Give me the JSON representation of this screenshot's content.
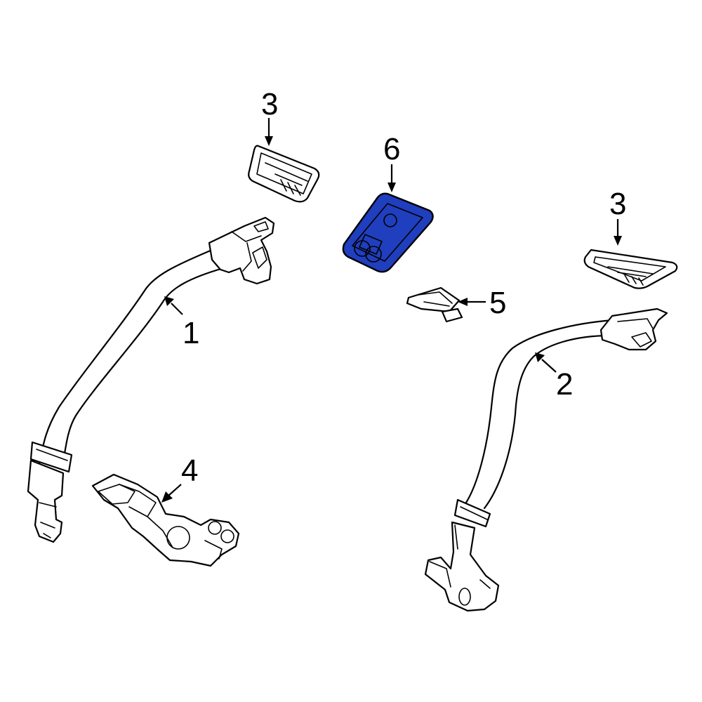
{
  "diagram": {
    "highlight_color": "#1f3fbf",
    "line_color": "#000000",
    "background": "#ffffff",
    "callouts": [
      {
        "id": "part-1",
        "label": "1"
      },
      {
        "id": "part-2",
        "label": "2"
      },
      {
        "id": "part-3a",
        "label": "3"
      },
      {
        "id": "part-3b",
        "label": "3"
      },
      {
        "id": "part-4",
        "label": "4"
      },
      {
        "id": "part-5",
        "label": "5"
      },
      {
        "id": "part-6",
        "label": "6"
      }
    ]
  }
}
